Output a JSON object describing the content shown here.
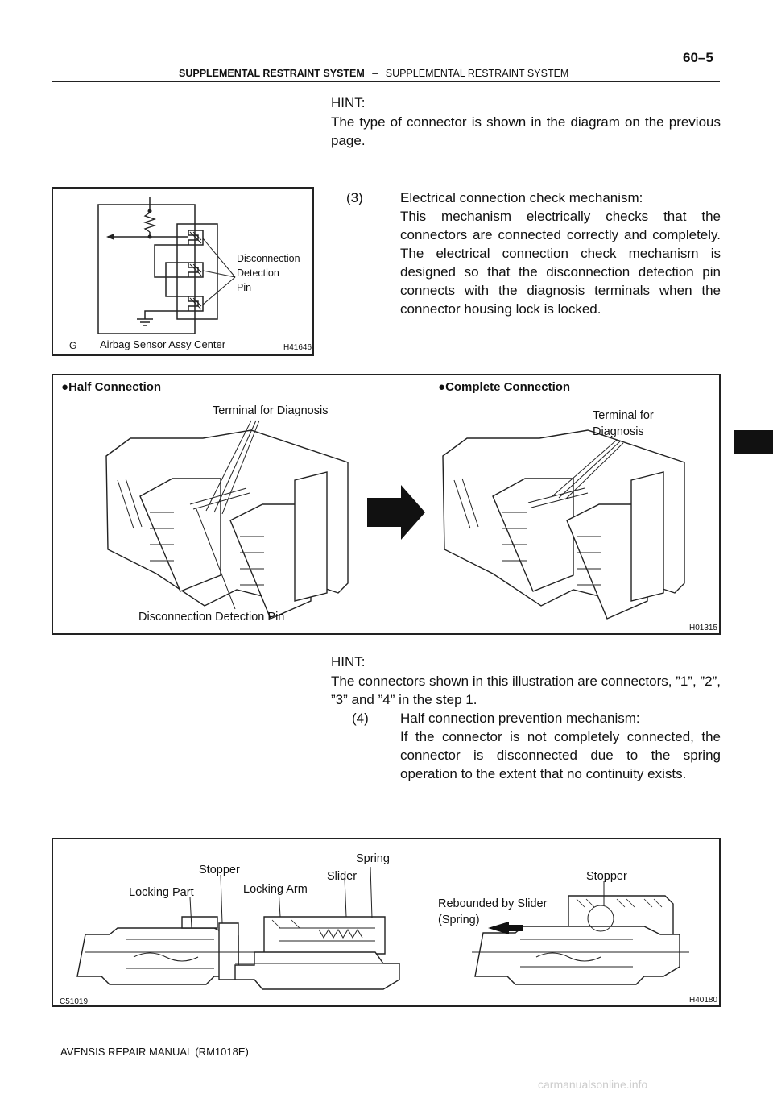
{
  "header": {
    "page_number": "60–5",
    "title_bold": "SUPPLEMENTAL RESTRAINT SYSTEM",
    "separator": "–",
    "title_rest": "SUPPLEMENTAL RESTRAINT SYSTEM"
  },
  "hint1": {
    "label": "HINT:",
    "text": "The type of connector is shown in the diagram on the previous page."
  },
  "figure1": {
    "label_disconnection": [
      "Disconnection",
      "Detection",
      "Pin"
    ],
    "caption": "Airbag Sensor Assy Center",
    "corner_letter": "G",
    "code": "H41646"
  },
  "item3": {
    "number": "(3)",
    "title": "Electrical connection check mechanism:",
    "body": "This mechanism electrically checks that the connectors are connected correctly and completely. The electrical connection check mechanism is designed so that the disconnection detection pin connects with the diagnosis terminals when the connector housing lock is locked."
  },
  "figure2": {
    "left_title": "Half Connection",
    "right_title": "Complete Connection",
    "bullet": "●",
    "left_terminal_label": "Terminal for Diagnosis",
    "right_terminal_label": [
      "Terminal  for",
      "Diagnosis"
    ],
    "bottom_label": "Disconnection Detection Pin",
    "code": "H01315"
  },
  "hint2": {
    "label": "HINT:",
    "text": "The connectors shown in this illustration are connectors, ”1”, ”2”, ”3” and ”4” in the step 1."
  },
  "item4": {
    "number": "(4)",
    "title": "Half connection prevention mechanism:",
    "body": "If the connector is not completely connected, the connector is disconnected due to the spring operation to the extent that no continuity exists."
  },
  "figure3": {
    "labels": {
      "spring": "Spring",
      "stopper_left": "Stopper",
      "slider": "Slider",
      "locking_part": "Locking Part",
      "locking_arm": "Locking Arm",
      "stopper_right": "Stopper",
      "rebounded": [
        "Rebounded by Slider",
        "(Spring)"
      ]
    },
    "code_left": "C51019",
    "code_right": "H40180"
  },
  "footer": {
    "text": "AVENSIS REPAIR MANUAL   (RM1018E)"
  },
  "watermark": "carmanualsonline.info"
}
